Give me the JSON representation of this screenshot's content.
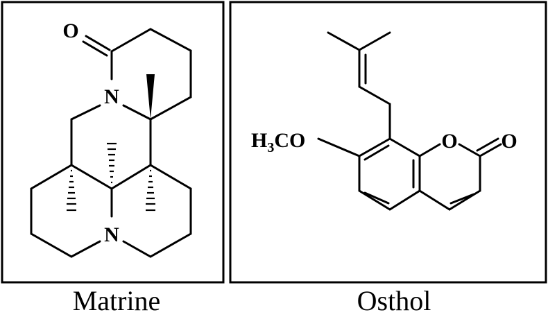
{
  "figure": {
    "panels": [
      {
        "name": "Matrine",
        "atoms": {
          "oxygen": "O",
          "nitrogen_1": "N",
          "nitrogen_2": "N"
        }
      },
      {
        "name": "Osthol",
        "atoms": {
          "methoxy": "H3CO",
          "methoxy_h": "H",
          "methoxy_sub": "3",
          "methoxy_co": "CO",
          "ring_oxygen": "O",
          "carbonyl_oxygen": "O"
        }
      }
    ],
    "border_color": "#000000",
    "line_color": "#000000"
  }
}
